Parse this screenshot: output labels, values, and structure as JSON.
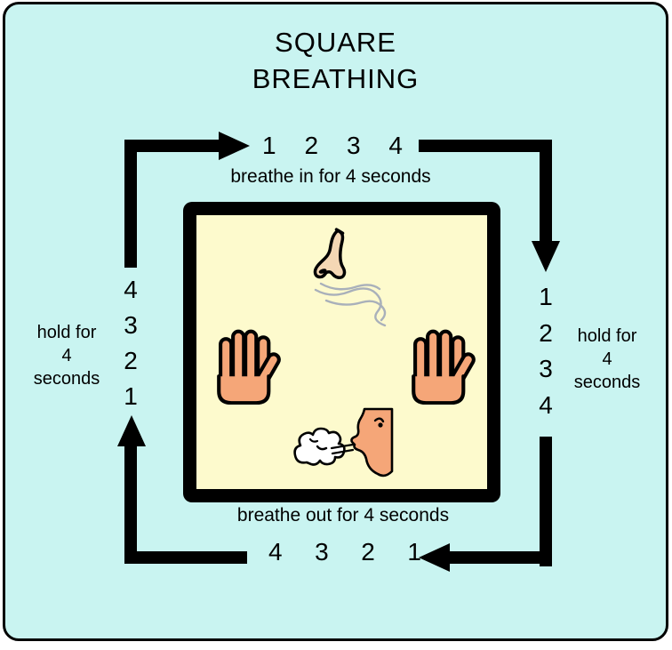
{
  "title_lines": [
    "SQUARE",
    "BREATHING"
  ],
  "sides": {
    "top": {
      "counts": [
        "1",
        "2",
        "3",
        "4"
      ],
      "label": "breathe in for 4 seconds"
    },
    "right": {
      "counts": [
        "1",
        "2",
        "3",
        "4"
      ],
      "label_lines": [
        "hold for",
        "4",
        "seconds"
      ]
    },
    "bottom": {
      "counts": [
        "4",
        "3",
        "2",
        "1"
      ],
      "label": "breathe out for 4 seconds"
    },
    "left": {
      "counts": [
        "4",
        "3",
        "2",
        "1"
      ],
      "label_lines": [
        "hold for",
        "4",
        "seconds"
      ]
    }
  },
  "icons": {
    "nose": "nose-icon",
    "smoke": "smoke-wisp-icon",
    "left_hand": "left-hand-icon",
    "right_hand": "right-hand-icon",
    "cloud": "breath-cloud-icon",
    "face": "blowing-face-icon"
  },
  "colors": {
    "bg": "#c9f4f1",
    "panel": "#fdfacd",
    "skin": "#f5a678",
    "nose-skin": "#f4d7b4",
    "outline": "#000000",
    "smoke": "#a9b0ba",
    "cloud": "#ffffff",
    "page": "#ffffff"
  }
}
